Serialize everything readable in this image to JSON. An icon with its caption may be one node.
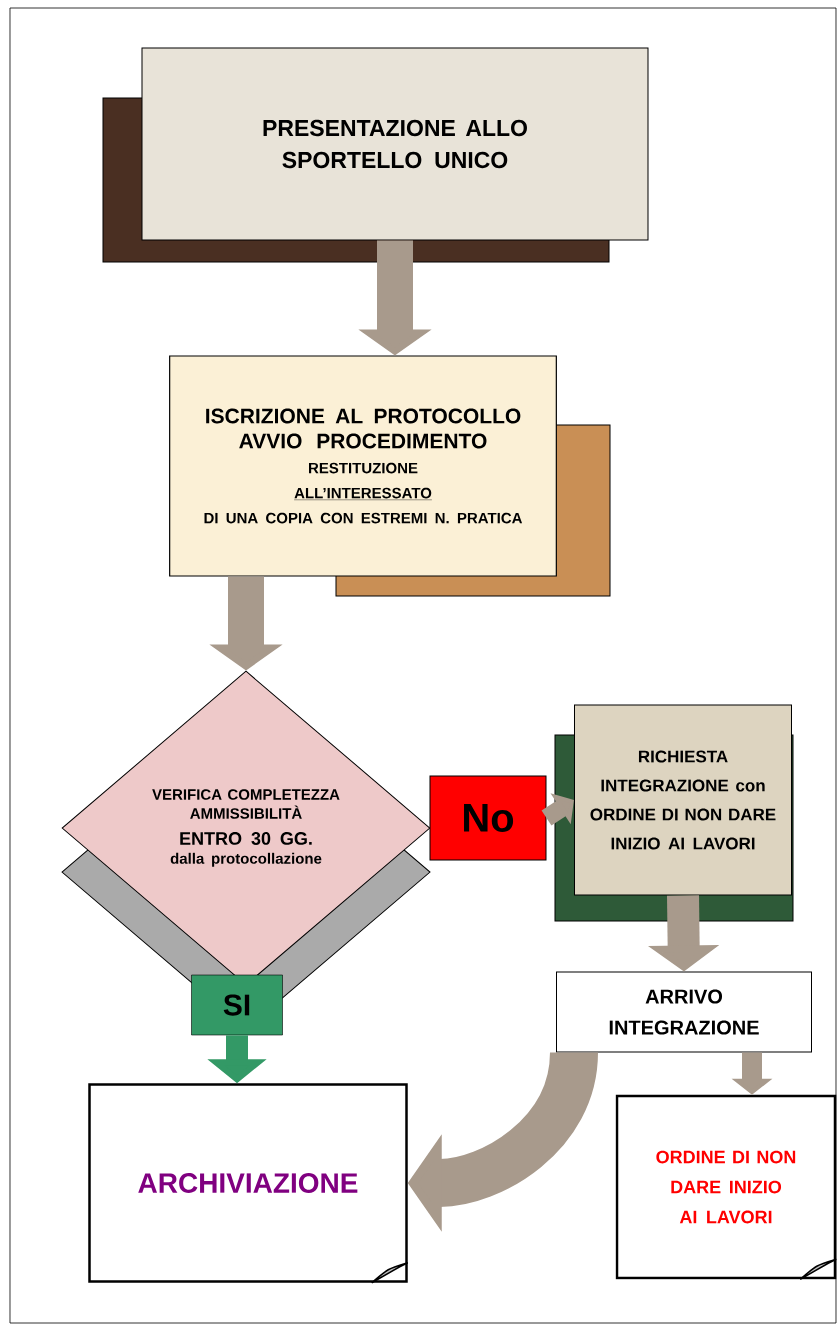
{
  "diagram": {
    "nodes": [
      {
        "text": [
          "PRESENTAZIONE ALLO SPORTELLO UNICO"
        ]
      },
      {
        "text": [
          "ISCRIZIONE AL PROTOCOLLO AVVIO PROCEDIMENTO",
          "RESTITUZIONE",
          "ALL’INTERESSATO",
          "DI UNA COPIA CON ESTREMI N. PRATICA"
        ]
      },
      {
        "text": [
          "VERIFICA COMPLETEZZA AMMISSIBILITÀ",
          "ENTRO 30 GG.",
          "dalla protocollazione"
        ]
      },
      {
        "text": [
          "No"
        ]
      },
      {
        "text": [
          "RICHIESTA INTEGRAZIONE con ORDINE DI NON DARE INIZIO AI LAVORI"
        ]
      },
      {
        "text": [
          "SI"
        ]
      },
      {
        "text": [
          "ARRIVO INTEGRAZIONE"
        ]
      },
      {
        "text": [
          "ARCHIVIAZIONE"
        ]
      },
      {
        "text": [
          "ORDINE DI NON DARE INIZIO AI LAVORI"
        ]
      }
    ],
    "edges": [
      {
        "from": 0,
        "to": 1,
        "arrow": "to"
      },
      {
        "from": 1,
        "to": 2,
        "arrow": "to"
      },
      {
        "from": 3,
        "to": 4,
        "arrow": "to"
      },
      {
        "from": 5,
        "to": 7,
        "arrow": "to",
        "color": "#339966"
      },
      {
        "from": 4,
        "to": 6,
        "arrow": "to"
      },
      {
        "from": 6,
        "to": 7,
        "arrow": "to"
      },
      {
        "from": 6,
        "to": 8,
        "arrow": "to"
      }
    ]
  }
}
